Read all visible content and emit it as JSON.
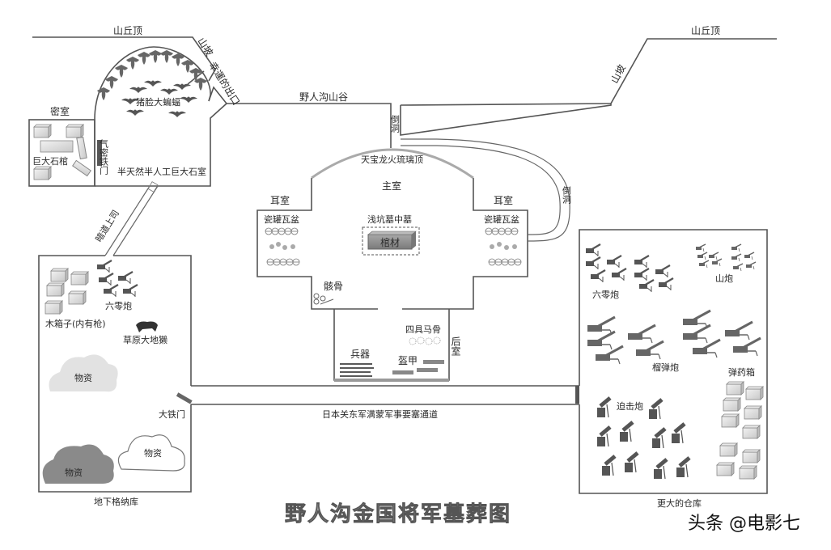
{
  "terrain": {
    "hilltop_left": "山丘顶",
    "hilltop_right": "山丘顶",
    "slope_left": "山坡",
    "slope_right": "山坡",
    "valley": "野人沟山谷",
    "exit": "幸運的出口"
  },
  "stone_chamber": {
    "bats": "猪脸大蝙蝠",
    "name": "半天然半人工巨大石室",
    "airlock_door": "气密铁门"
  },
  "secret_room": {
    "title": "密室",
    "coffin": "巨大石棺"
  },
  "passage": {
    "up_tunnel": "暗道上司"
  },
  "tomb": {
    "ceiling": "天宝龙火琉璃顶",
    "main_room": "主室",
    "ear_room_left": "耳室",
    "ear_room_right": "耳室",
    "pottery_left": "瓷罐瓦盆",
    "pottery_right": "瓷罐瓦盆",
    "pit": "浅坑墓中墓",
    "coffin": "棺材",
    "bones": "骸骨",
    "back_room": "后室",
    "horse_bones": "四具马骨",
    "weapons": "兵器",
    "armor": "盔甲",
    "inverted_tunnel_1": "倒洞",
    "inverted_tunnel_2": "倒洞"
  },
  "left_warehouse": {
    "crates": "木箱子(内有枪)",
    "guns": "六零炮",
    "animal": "草原大地獭",
    "supplies_1": "物资",
    "supplies_2": "物资",
    "supplies_3": "物资",
    "iron_gate": "大铁门",
    "name": "地下格纳库"
  },
  "corridor": {
    "name": "日本关东军满蒙军事要塞通道"
  },
  "right_warehouse": {
    "guns_60": "六零炮",
    "mountain_guns": "山炮",
    "howitzers": "榴弹炮",
    "ammo": "弹药箱",
    "mortars": "迫击炮",
    "name": "更大的仓库"
  },
  "title": "野人沟金国将军墓葬图",
  "watermark": "头条 @电影七",
  "colors": {
    "line": "#555555",
    "dark_gray": "#666666",
    "cloud_light": "#e0e0e0",
    "cloud_dark": "#8a8a8a"
  }
}
